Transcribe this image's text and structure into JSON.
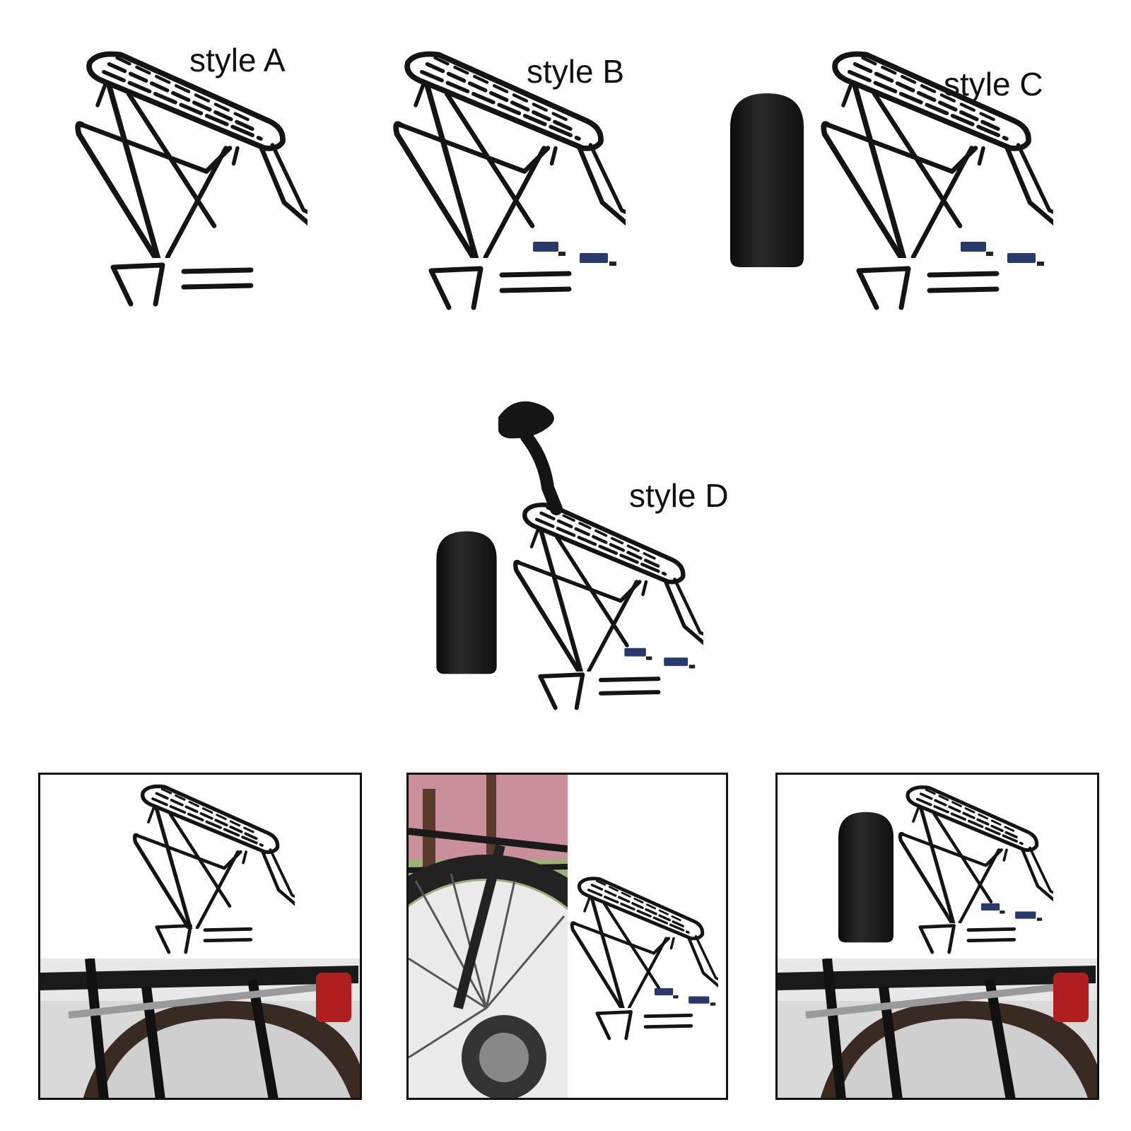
{
  "styles": [
    {
      "label": "style A"
    },
    {
      "label": "style B"
    },
    {
      "label": "style C"
    },
    {
      "label": "style D"
    }
  ],
  "colors": {
    "rack": "#141414",
    "pad": "#1c1c1c",
    "clip": "#283a6b",
    "photo_sky": "#d9d9d9",
    "tree_pink": "#c98f9b"
  }
}
